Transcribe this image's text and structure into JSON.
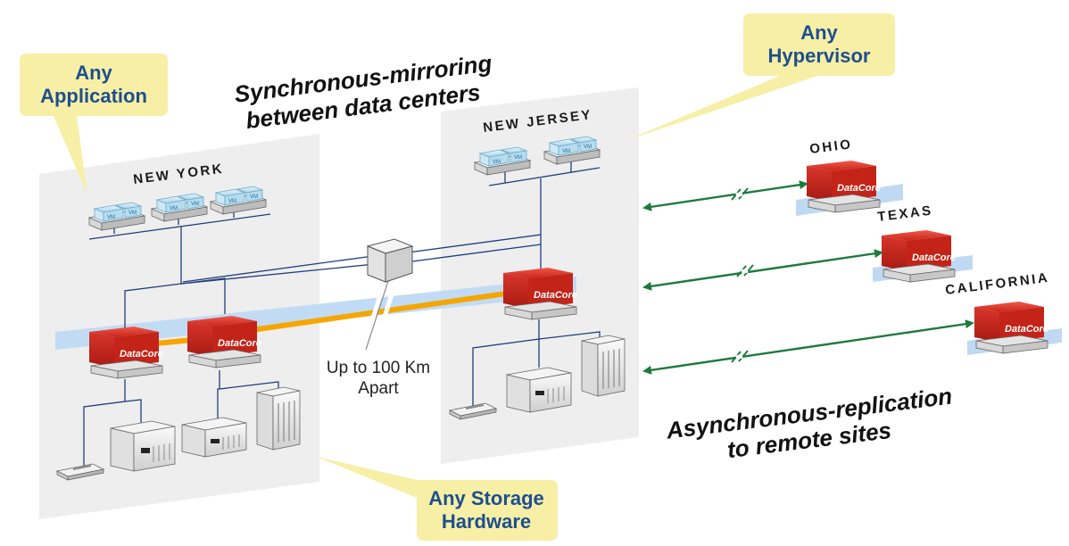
{
  "callouts": {
    "application": [
      "Any",
      "Application"
    ],
    "hypervisor": [
      "Any",
      "Hypervisor"
    ],
    "storage": [
      "Any Storage",
      "Hardware"
    ]
  },
  "headlines": {
    "sync": [
      "Synchronous-mirroring",
      "between data centers"
    ],
    "async": [
      "Asynchronous-replication",
      "to remote sites"
    ]
  },
  "distance_note": [
    "Up to 100 Km",
    "Apart"
  ],
  "sites": {
    "new_york": "NEW YORK",
    "new_jersey": "NEW JERSEY",
    "ohio": "OHIO",
    "texas": "TEXAS",
    "california": "CALIFORNIA"
  },
  "appliance_brand": "DataCore",
  "vm_label": "VM",
  "colors": {
    "panel": "#eeeeef",
    "callout_fill": "#f7efa6",
    "callout_text": "#1d4f8e",
    "appliance_red": "#cf2a1f",
    "mirror_link": "#f5a600",
    "mirror_band": "#bfd9f3",
    "replication_arrow": "#1e7a3c",
    "network_line": "#1f3f7a"
  }
}
